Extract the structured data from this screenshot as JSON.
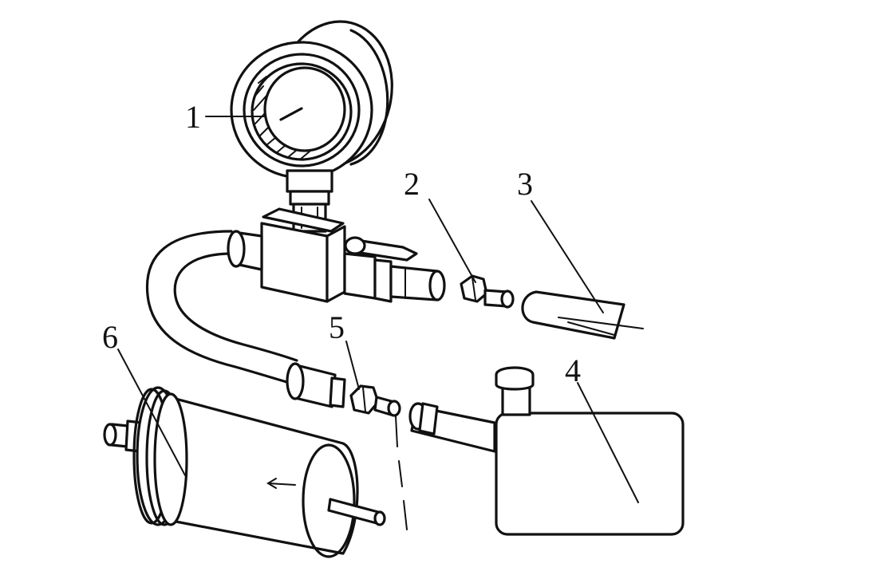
{
  "labels": {
    "gauge": "1",
    "adapter_fitting": "2",
    "fuel_line_end": "3",
    "fuel_tank": "4",
    "filter_fitting": "5",
    "fuel_filter": "6"
  }
}
